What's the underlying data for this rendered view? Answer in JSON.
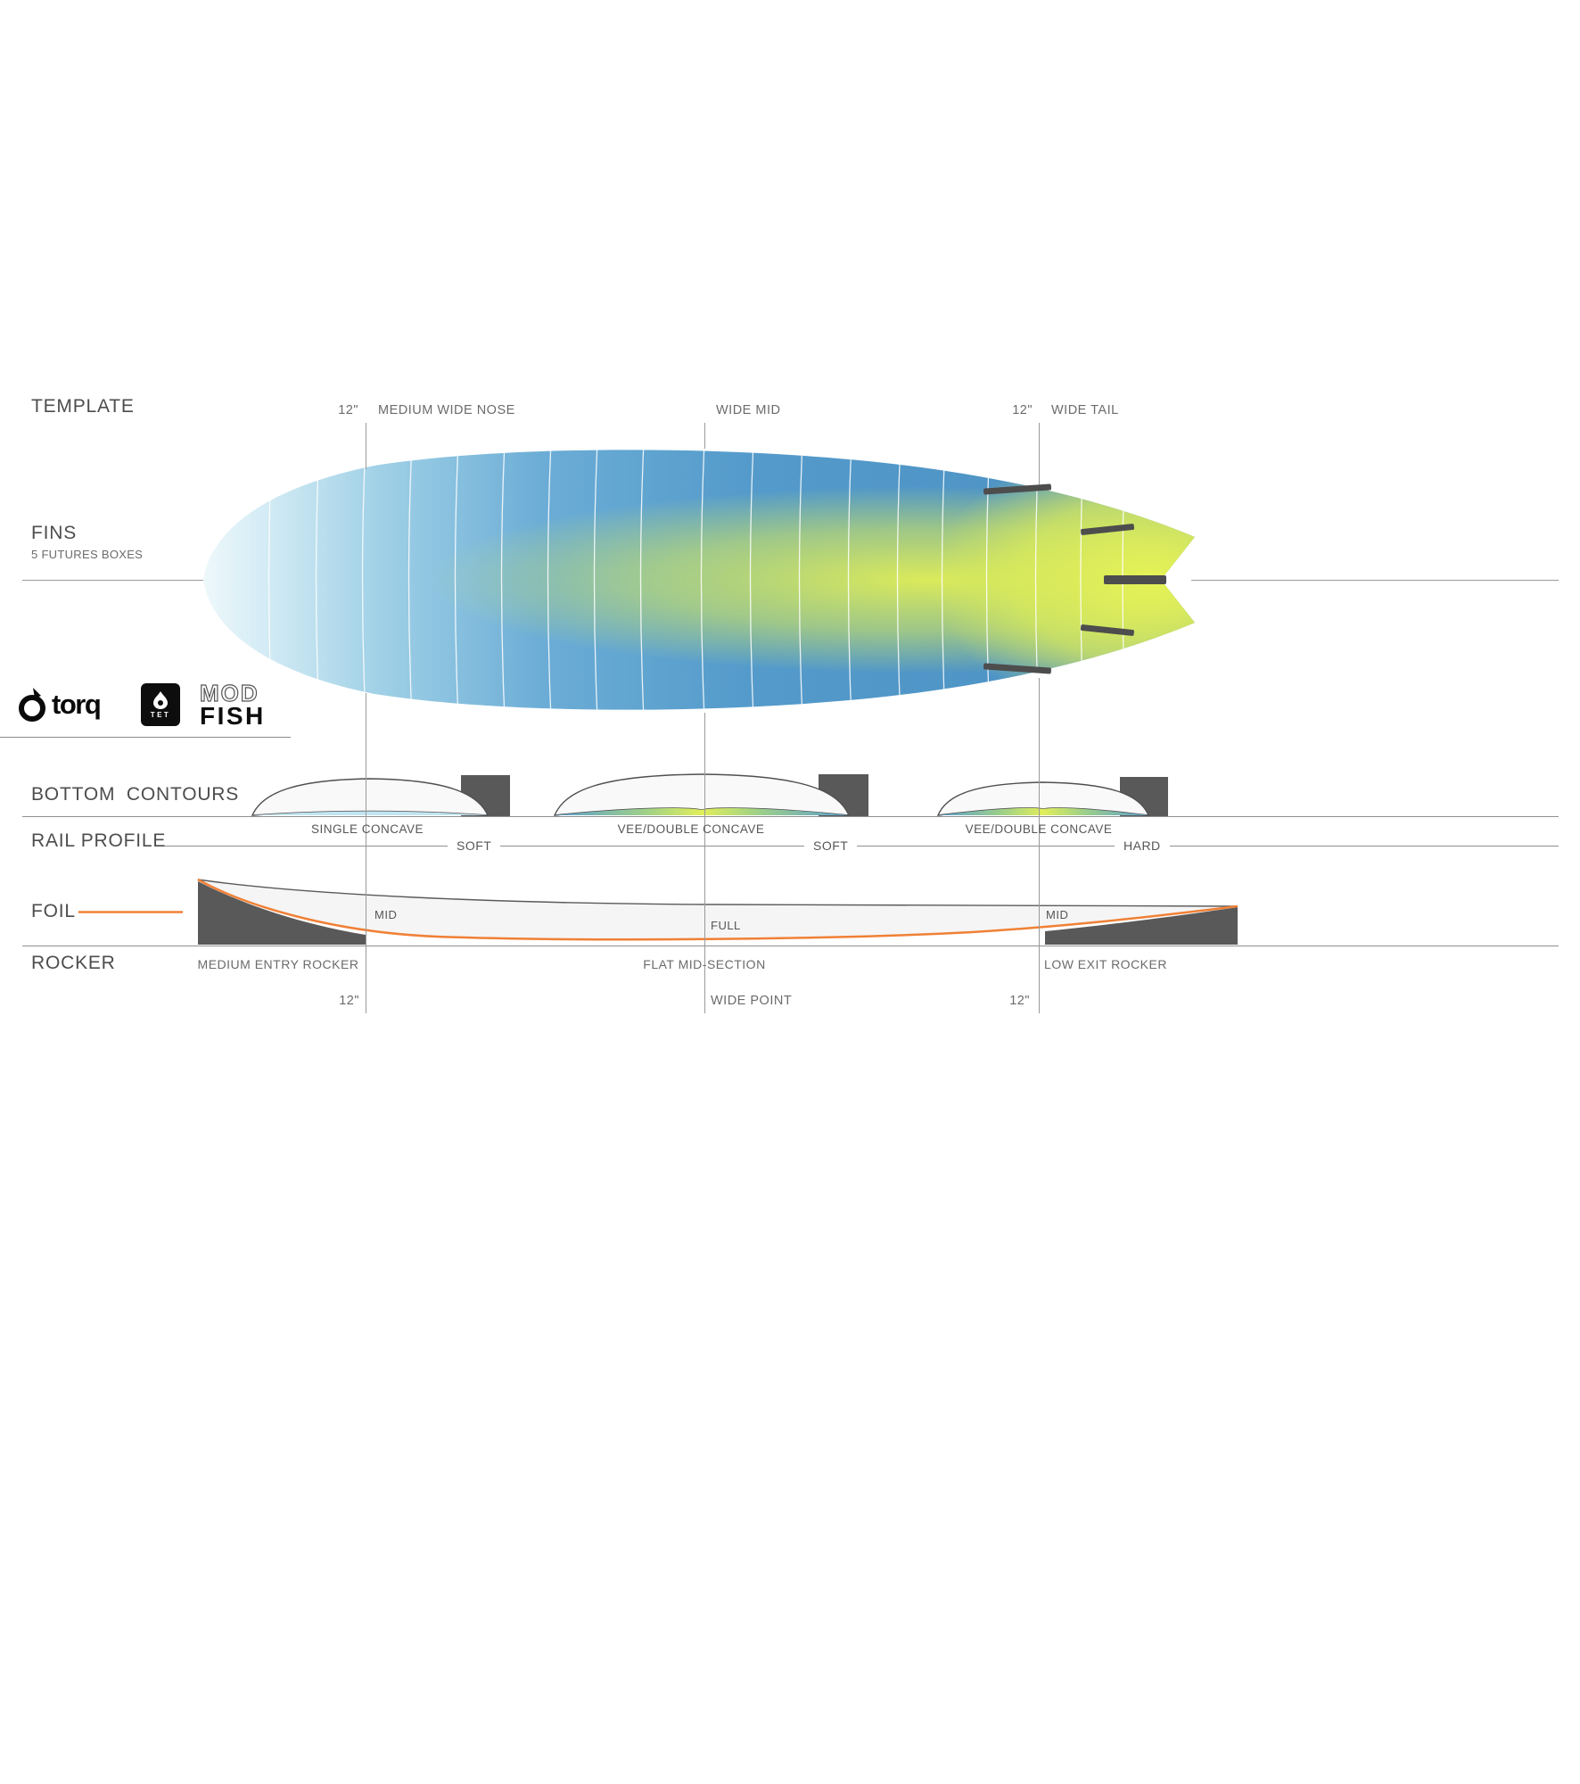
{
  "colors": {
    "accent_orange": "#F08036",
    "board_blue": "#4A90C4",
    "board_yellow": "#E2EF55",
    "block_gray": "#595959",
    "text_gray": "#6B6B6B"
  },
  "template_section": {
    "title": "TEMPLATE",
    "nose_marker": "12\"",
    "nose_label": "MEDIUM WIDE NOSE",
    "mid_label": "WIDE MID",
    "tail_marker": "12\"",
    "tail_label": "WIDE TAIL"
  },
  "fins_section": {
    "title": "FINS",
    "subtitle": "5 FUTURES BOXES"
  },
  "logos": {
    "torq": "torq",
    "tet": "TET",
    "mod": "MOD",
    "fish": "FISH"
  },
  "bottom_contours": {
    "title": "BOTTOM  CONTOURS",
    "labels": [
      "SINGLE CONCAVE",
      "VEE/DOUBLE CONCAVE",
      "VEE/DOUBLE CONCAVE"
    ]
  },
  "rail_profile": {
    "title": "RAIL PROFILE",
    "labels": [
      "SOFT",
      "SOFT",
      "HARD"
    ]
  },
  "foil_section": {
    "title": "FOIL",
    "labels": [
      "MID",
      "FULL",
      "MID"
    ]
  },
  "rocker_section": {
    "title": "ROCKER",
    "labels": [
      "MEDIUM ENTRY ROCKER",
      "FLAT MID-SECTION",
      "LOW EXIT ROCKER"
    ]
  },
  "measurements": {
    "left": "12\"",
    "mid": "WIDE POINT",
    "right": "12\""
  }
}
